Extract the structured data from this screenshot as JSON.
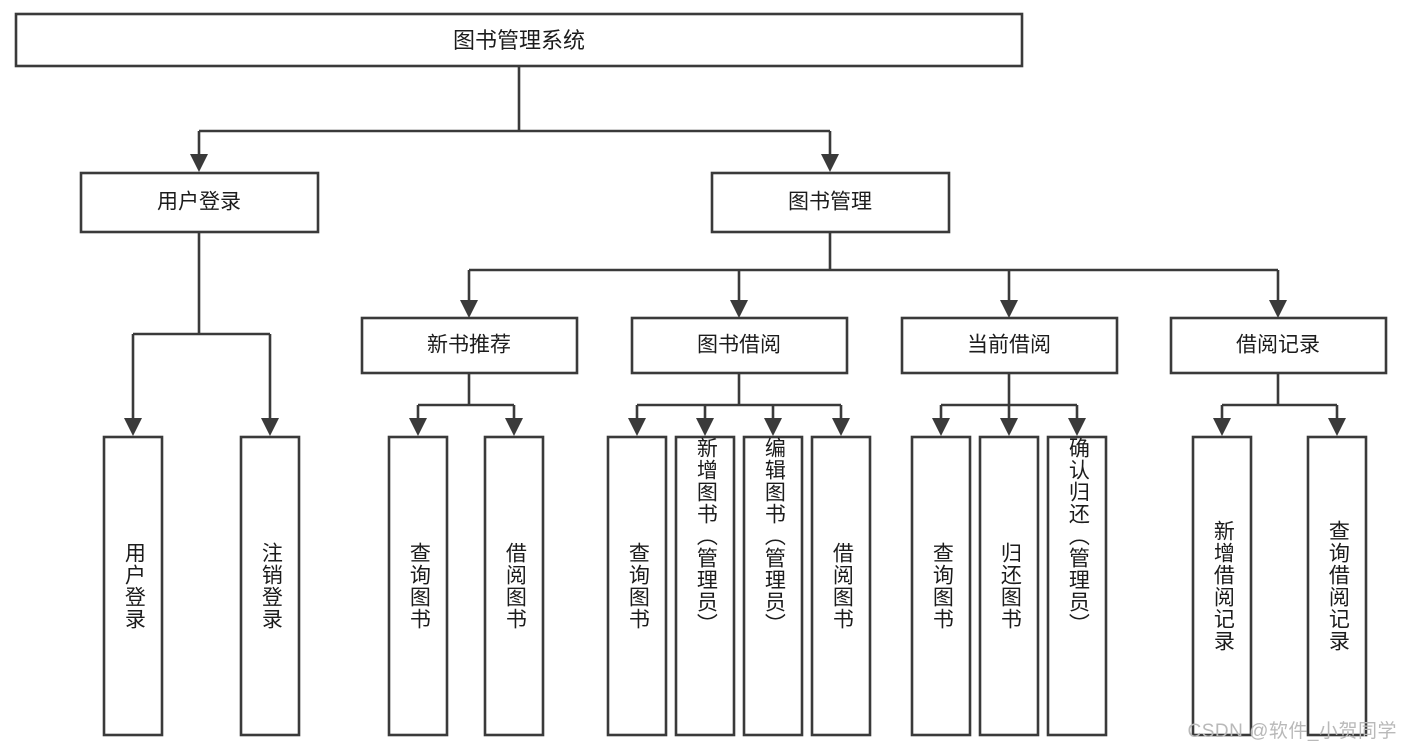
{
  "diagram": {
    "title": "图书管理系统",
    "type": "tree-hierarchy",
    "watermark": "CSDN @软件_小贺同学",
    "colors": {
      "stroke": "#3a3a3a",
      "fill": "#ffffff",
      "text": "#1c1c1c",
      "watermark": "#b9b9b9",
      "background": "#ffffff"
    },
    "root": {
      "label": "图书管理系统"
    },
    "level2": [
      {
        "label": "用户登录"
      },
      {
        "label": "图书管理"
      }
    ],
    "level3": [
      {
        "label": "新书推荐"
      },
      {
        "label": "图书借阅"
      },
      {
        "label": "当前借阅"
      },
      {
        "label": "借阅记录"
      }
    ],
    "leaves": {
      "user_login": [
        {
          "label": "用户登录"
        },
        {
          "label": "注销登录"
        }
      ],
      "new_book_recommend": [
        {
          "label": "查询图书"
        },
        {
          "label": "借阅图书"
        }
      ],
      "book_borrow": [
        {
          "label": "查询图书"
        },
        {
          "label": "新增图书（管理员）"
        },
        {
          "label": "编辑图书（管理员）"
        },
        {
          "label": "借阅图书"
        }
      ],
      "current_borrow": [
        {
          "label": "查询图书"
        },
        {
          "label": "归还图书"
        },
        {
          "label": "确认归还（管理员）"
        }
      ],
      "borrow_record": [
        {
          "label": "新增借阅记录"
        },
        {
          "label": "查询借阅记录"
        }
      ]
    }
  }
}
